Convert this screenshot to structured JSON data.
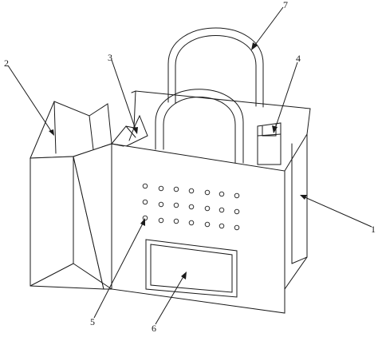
{
  "reference_labels": {
    "bag_body": "1",
    "side_gusset": "2",
    "folded_flap": "3",
    "side_pocket": "4",
    "vent_holes": "5",
    "window_panel": "6",
    "handle": "7"
  }
}
